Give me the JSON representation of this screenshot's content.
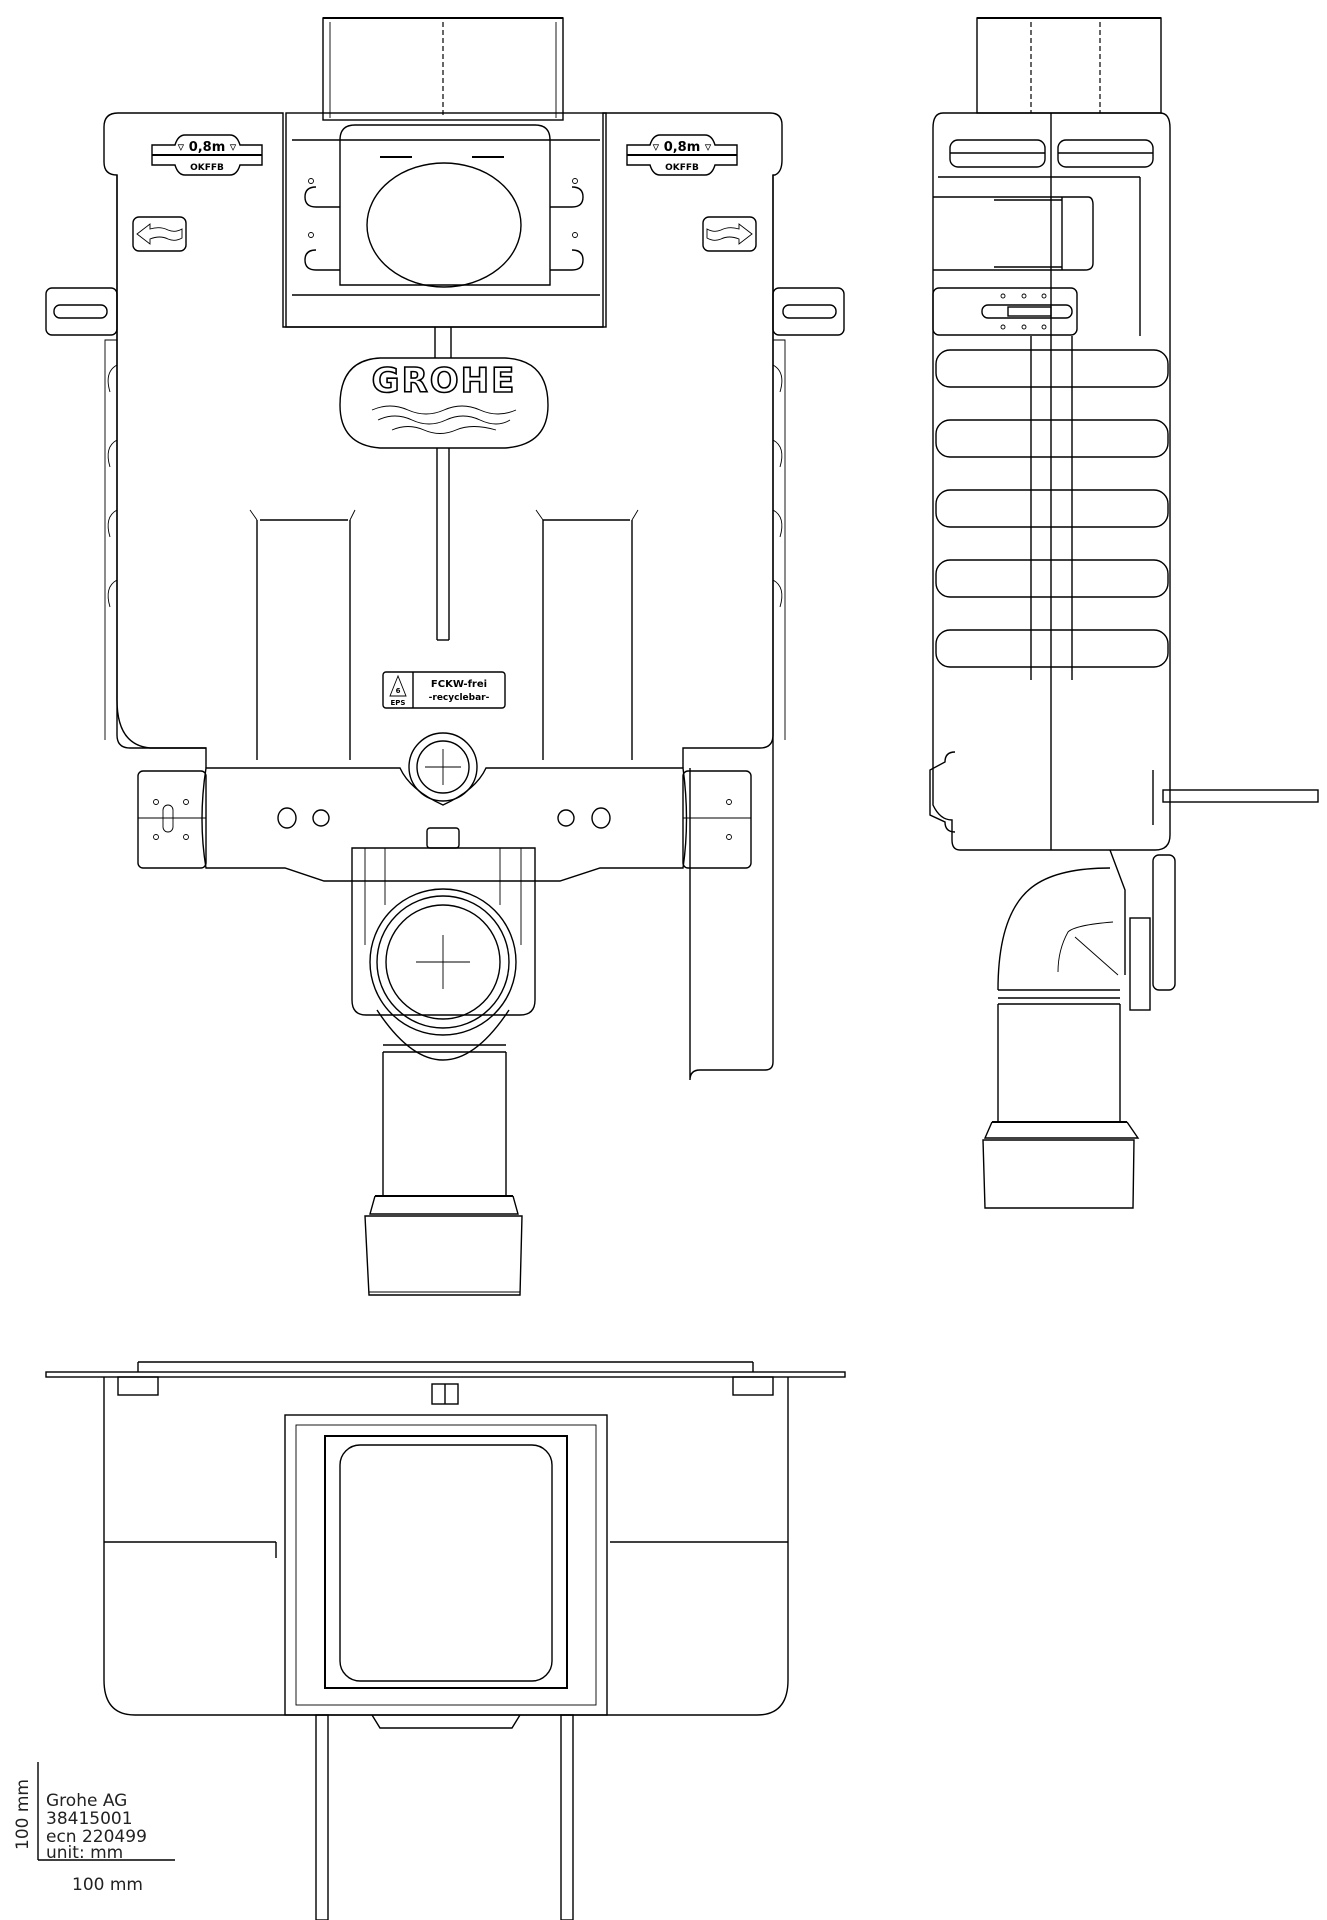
{
  "drawing": {
    "views": [
      {
        "name": "front-view"
      },
      {
        "name": "side-view"
      },
      {
        "name": "plan-view"
      }
    ],
    "height_labels": {
      "left": {
        "value": "0,8m",
        "reference": "OKFFB"
      },
      "right": {
        "value": "0,8m",
        "reference": "OKFFB"
      }
    },
    "logo": {
      "text": "GROHE"
    },
    "material_label": {
      "symbol_number": "6",
      "symbol_code": "EPS",
      "line1": "FCKW-frei",
      "line2": "-recyclebar-"
    },
    "icons": {
      "left_arrow": "arrow-left-icon",
      "right_arrow": "arrow-right-icon",
      "recycle": "recycle-triangle-icon"
    }
  },
  "title_block": {
    "company": "Grohe AG",
    "part_number": "38415001",
    "ecn": "ecn 220499",
    "unit": "unit:  mm",
    "scale_vertical": "100 mm",
    "scale_horizontal": "100 mm"
  }
}
